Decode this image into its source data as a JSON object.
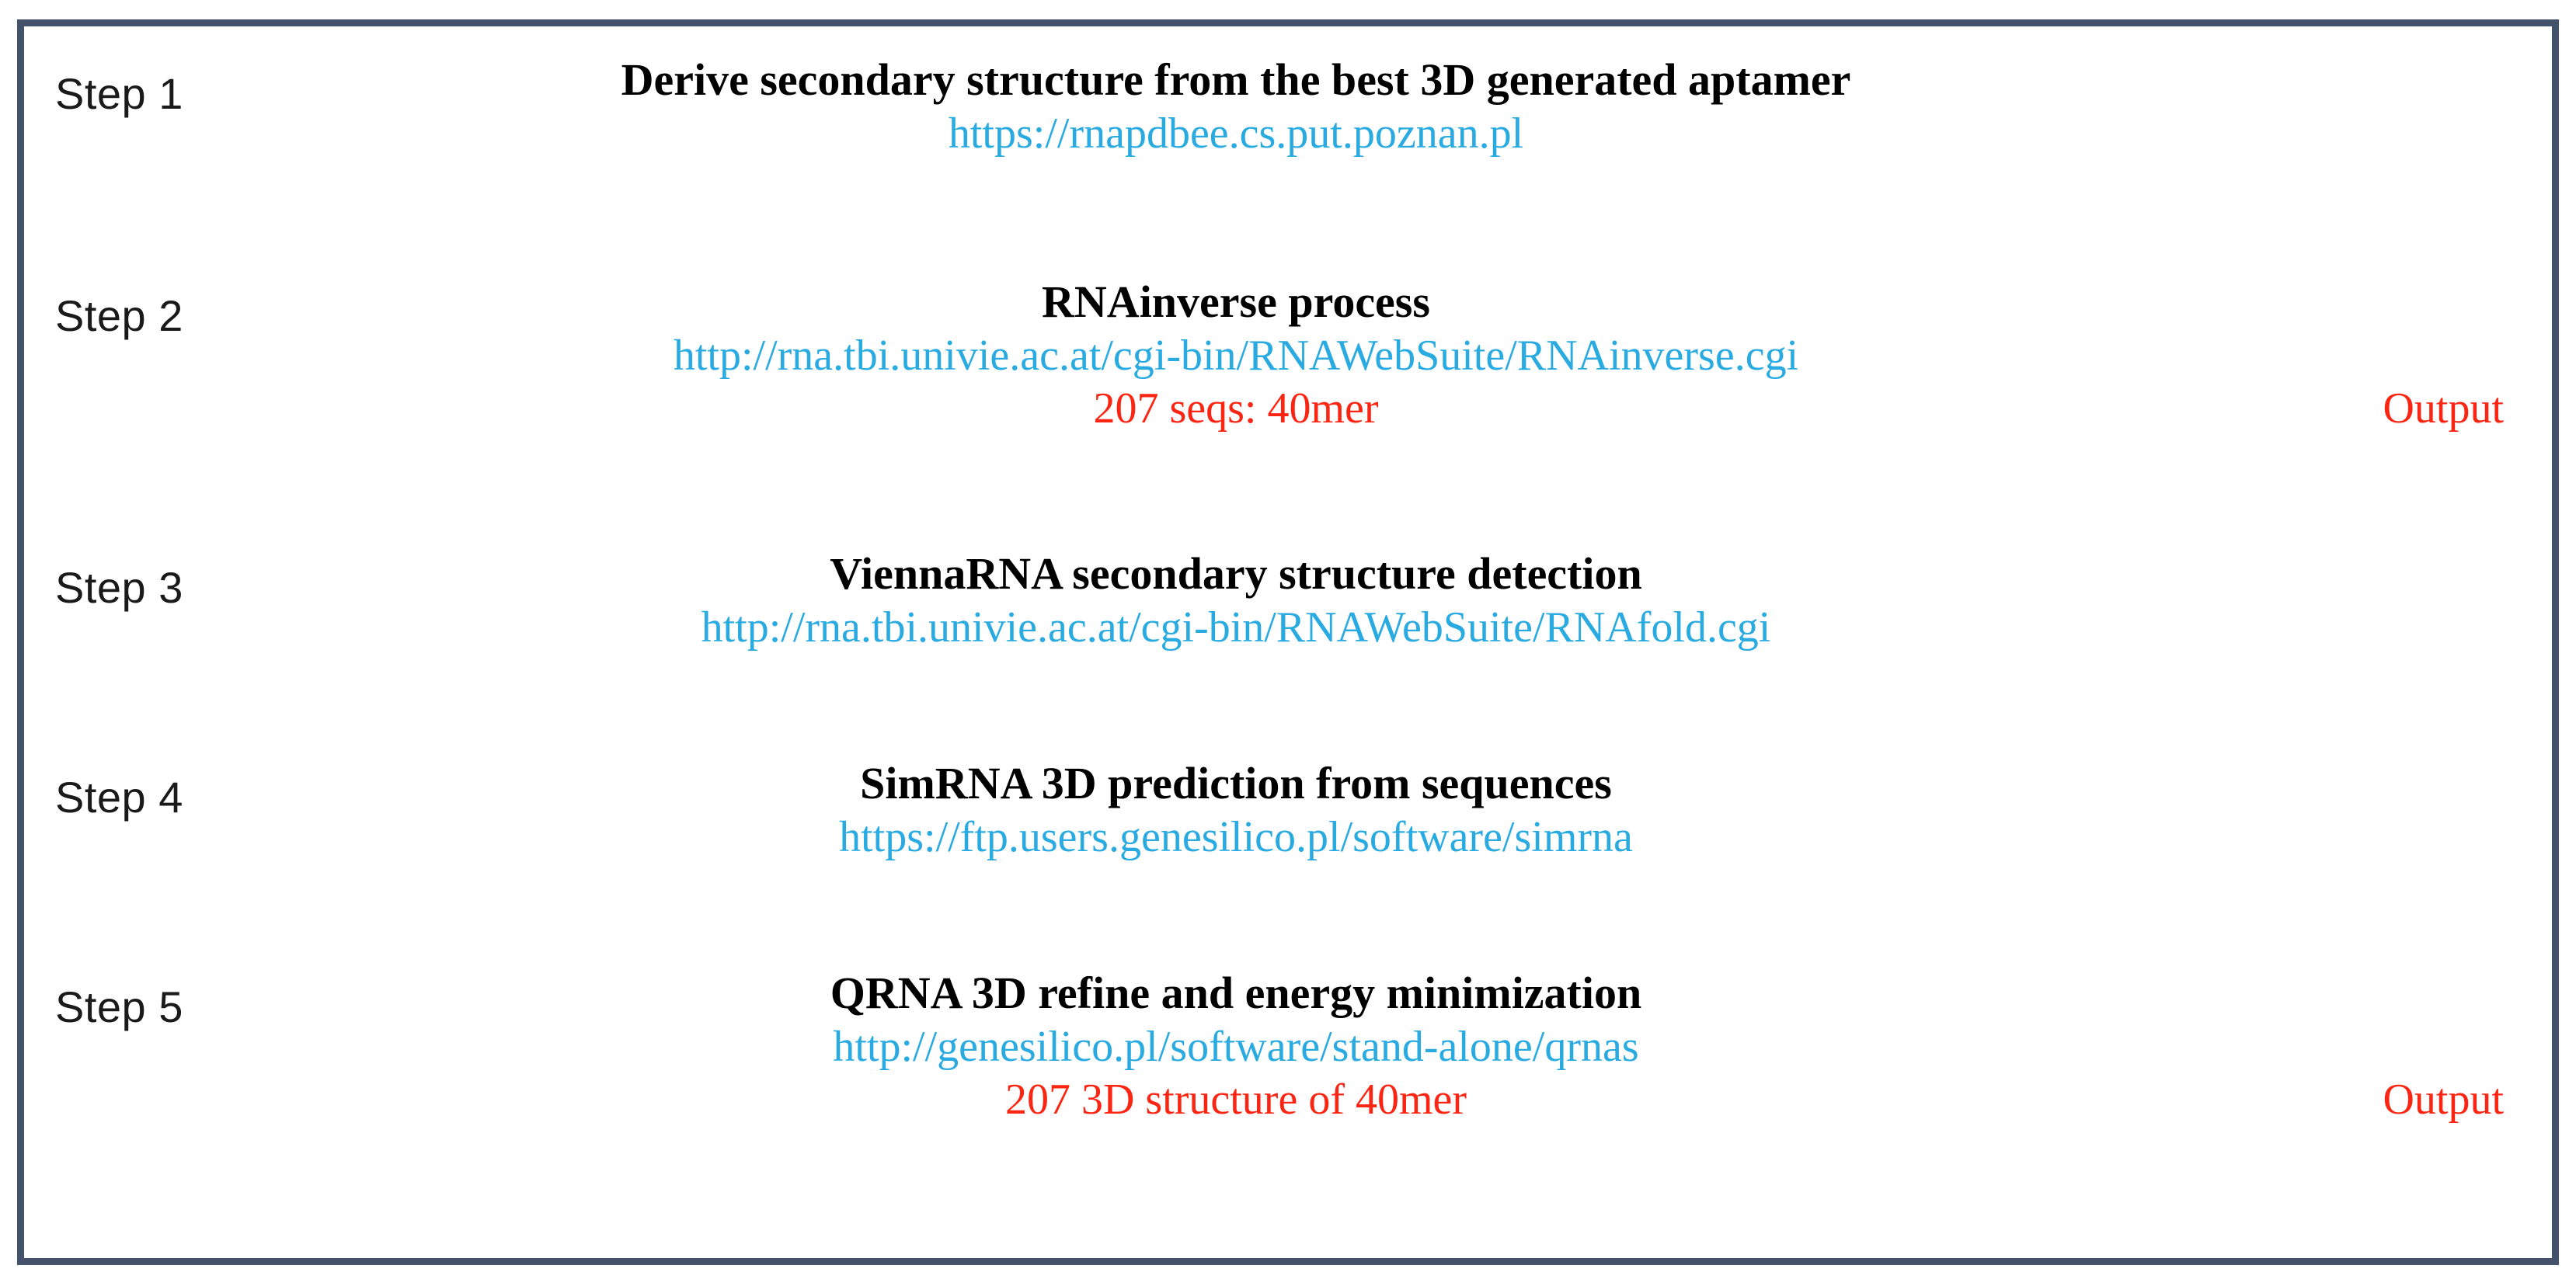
{
  "figure": {
    "border_color": "#44526b",
    "background_color": "#ffffff",
    "title_color": "#000000",
    "link_color": "#29abe2",
    "note_color": "#fa2512",
    "label_color": "#1a1a1a"
  },
  "steps": [
    {
      "label": "Step 1",
      "title": "Derive secondary structure from the best 3D generated aptamer",
      "url": "https://rnapdbee.cs.put.poznan.pl",
      "note": "",
      "output": ""
    },
    {
      "label": "Step 2",
      "title": "RNAinverse process",
      "url": "http://rna.tbi.univie.ac.at/cgi-bin/RNAWebSuite/RNAinverse.cgi",
      "note": "207 seqs: 40mer",
      "output": "Output"
    },
    {
      "label": "Step 3",
      "title": "ViennaRNA secondary structure detection",
      "url": "http://rna.tbi.univie.ac.at/cgi-bin/RNAWebSuite/RNAfold.cgi",
      "note": "",
      "output": ""
    },
    {
      "label": "Step 4",
      "title": "SimRNA 3D prediction from sequences",
      "url": "https://ftp.users.genesilico.pl/software/simrna",
      "note": "",
      "output": ""
    },
    {
      "label": "Step 5",
      "title": "QRNA 3D refine and energy minimization",
      "url": "http://genesilico.pl/software/stand-alone/qrnas",
      "note": "207 3D structure of 40mer",
      "output": "Output"
    }
  ]
}
